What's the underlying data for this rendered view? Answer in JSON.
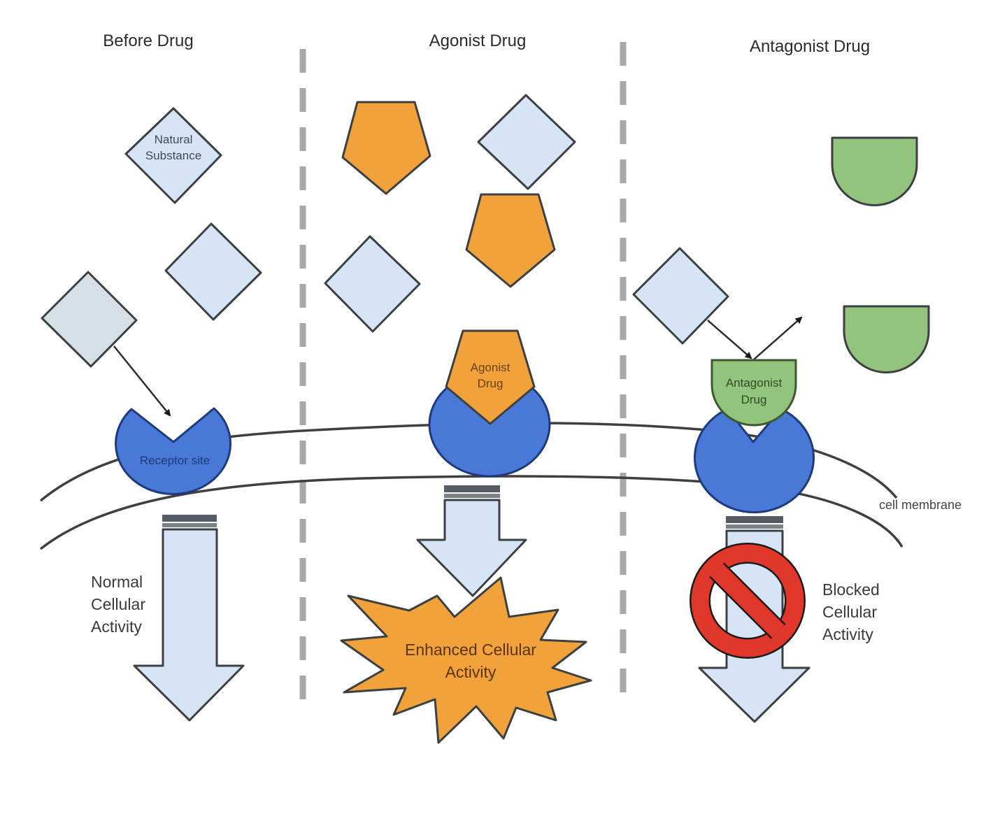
{
  "panels": [
    {
      "id": "before",
      "title": "Before Drug",
      "outcome": [
        "Normal",
        "Cellular",
        "Activity"
      ]
    },
    {
      "id": "agonist",
      "title": "Agonist Drug",
      "outcome": [
        "Enhanced Cellular",
        "Activity"
      ]
    },
    {
      "id": "antagonist",
      "title": "Antagonist Drug",
      "outcome": [
        "Blocked",
        "Cellular",
        "Activity"
      ]
    }
  ],
  "labels": {
    "natural_substance": [
      "Natural",
      "Substance"
    ],
    "receptor_site": "Receptor site",
    "agonist_bound": [
      "Agonist",
      "Drug"
    ],
    "antagonist_bound": [
      "Antagonist",
      "Drug"
    ],
    "cell_membrane": "cell membrane"
  },
  "colors": {
    "natural_substance": "#d6e4f5",
    "natural_substance_alt": "#d5dfe6",
    "agonist": "#f1a23a",
    "antagonist": "#93c47d",
    "receptor": "#4a78d6",
    "receptor_stroke": "#1f3a7a",
    "block_sign": "#e0372a",
    "arrow_fill": "#d6e4f5",
    "divider": "#a8a8a8"
  },
  "legend_icons": {
    "natural_substance": "diamond-icon",
    "agonist": "pentagon-icon",
    "antagonist": "half-circle-icon",
    "blocked": "no-entry-icon"
  }
}
